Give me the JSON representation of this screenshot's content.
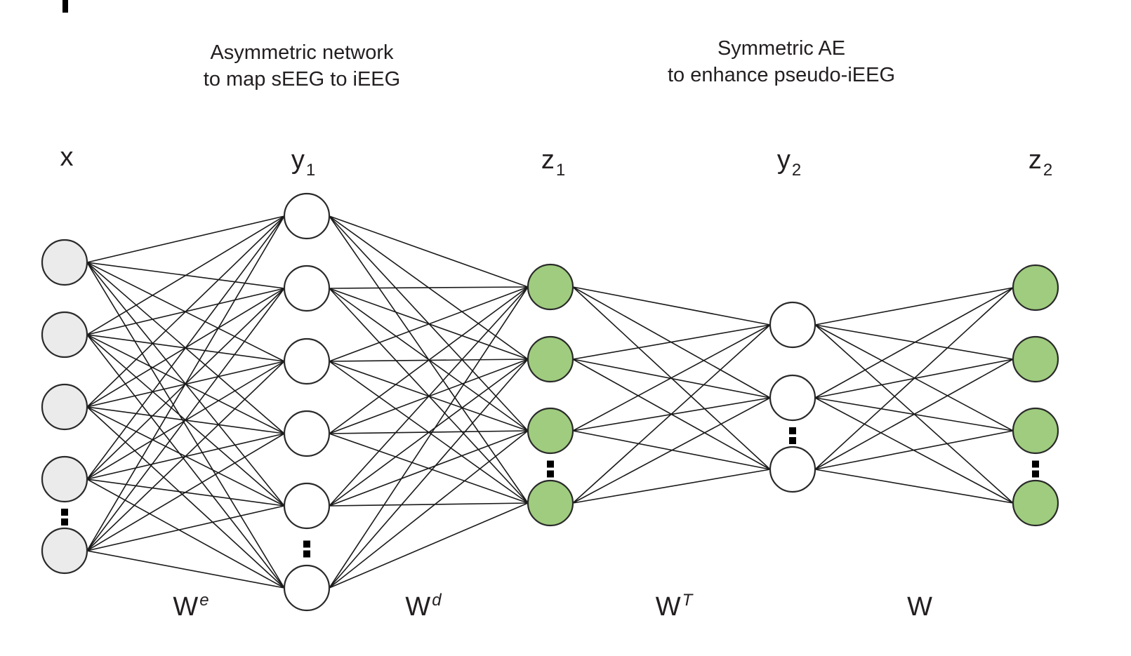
{
  "panel_marker": "|",
  "headings": {
    "asymmetric": [
      "Asymmetric network",
      "to map sEEG to iEEG"
    ],
    "symmetric": [
      "Symmetric AE",
      "to enhance pseudo-iEEG"
    ]
  },
  "colors": {
    "input_fill": "#ebebeb",
    "hidden_fill": "#ffffff",
    "output_fill": "#9fcc7e",
    "edge": "#1a1a1a",
    "outline": "#2a2a2a"
  },
  "layers": [
    {
      "id": "x",
      "label": "x",
      "sub": "",
      "nodes": 5,
      "ellipsis_after": 4,
      "fill": "input_fill"
    },
    {
      "id": "y1",
      "label": "y",
      "sub": "1",
      "nodes": 6,
      "ellipsis_after": 5,
      "fill": "hidden_fill"
    },
    {
      "id": "z1",
      "label": "z",
      "sub": "1",
      "nodes": 4,
      "ellipsis_after": 3,
      "fill": "output_fill"
    },
    {
      "id": "y2",
      "label": "y",
      "sub": "2",
      "nodes": 3,
      "ellipsis_after": 2,
      "fill": "hidden_fill"
    },
    {
      "id": "z2",
      "label": "z",
      "sub": "2",
      "nodes": 4,
      "ellipsis_after": 3,
      "fill": "output_fill"
    }
  ],
  "weights": [
    {
      "label": "W",
      "sup": "e"
    },
    {
      "label": "W",
      "sup": "d"
    },
    {
      "label": "W",
      "sup": "T"
    },
    {
      "label": "W",
      "sup": ""
    }
  ]
}
